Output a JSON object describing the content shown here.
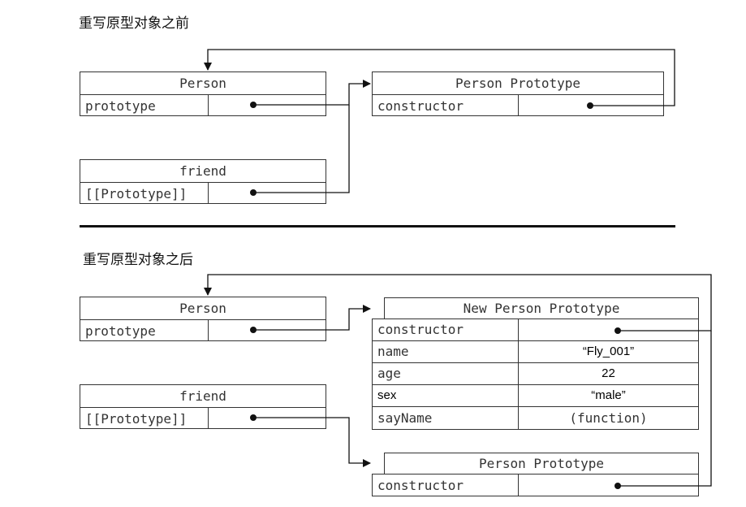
{
  "headings": {
    "before": "重写原型对象之前",
    "after": "重写原型对象之后"
  },
  "before": {
    "person": {
      "title": "Person",
      "prop": "prototype"
    },
    "friend": {
      "title": "friend",
      "prop": "[[Prototype]]"
    },
    "proto": {
      "title": "Person Prototype",
      "prop": "constructor"
    }
  },
  "after": {
    "person": {
      "title": "Person",
      "prop": "prototype"
    },
    "friend": {
      "title": "friend",
      "prop": "[[Prototype]]"
    },
    "new_proto": {
      "title": "New Person Prototype",
      "rows": [
        {
          "key": "constructor",
          "value": ""
        },
        {
          "key": "name",
          "value": "“Fly_001”"
        },
        {
          "key": "age",
          "value": "22"
        },
        {
          "key": "sex",
          "value": "“male”"
        },
        {
          "key": "sayName",
          "value": "(function)"
        }
      ]
    },
    "old_proto": {
      "title": "Person Prototype",
      "prop": "constructor"
    }
  }
}
